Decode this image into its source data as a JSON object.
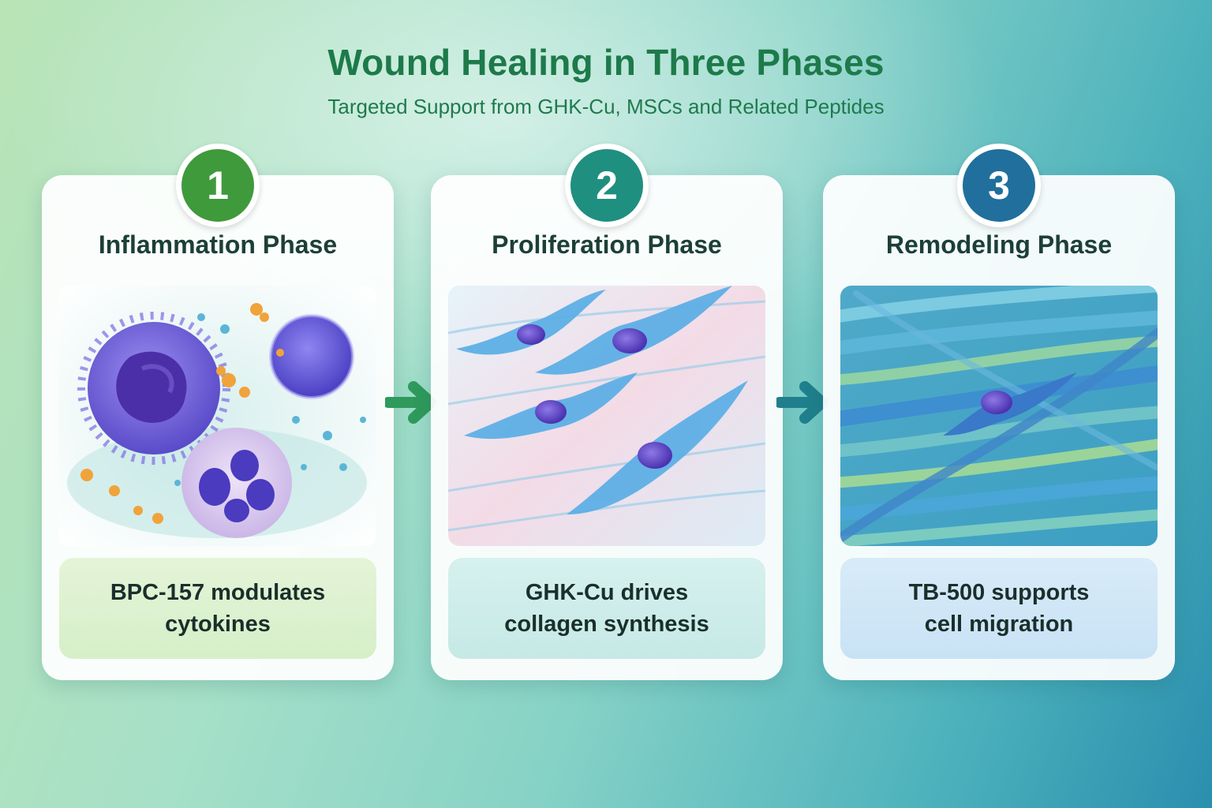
{
  "header": {
    "title": "Wound Healing in Three Phases",
    "subtitle": "Targeted Support from GHK-Cu, MSCs and Related Peptides"
  },
  "phases": [
    {
      "number": "1",
      "title": "Inflammation Phase",
      "desc_line1": "BPC-157 modulates",
      "desc_line2": "cytokines",
      "color": "#3f9a3c"
    },
    {
      "number": "2",
      "title": "Proliferation Phase",
      "desc_line1": "GHK-Cu drives",
      "desc_line2": "collagen synthesis",
      "color": "#1f8f80"
    },
    {
      "number": "3",
      "title": "Remodeling Phase",
      "desc_line1": "TB-500 supports",
      "desc_line2": "cell migration",
      "color": "#206f9c"
    }
  ],
  "arrows": [
    {
      "icon": "arrow-right-icon",
      "color": "#2f9a5c"
    },
    {
      "icon": "arrow-right-icon",
      "color": "#1f7f8c"
    }
  ]
}
